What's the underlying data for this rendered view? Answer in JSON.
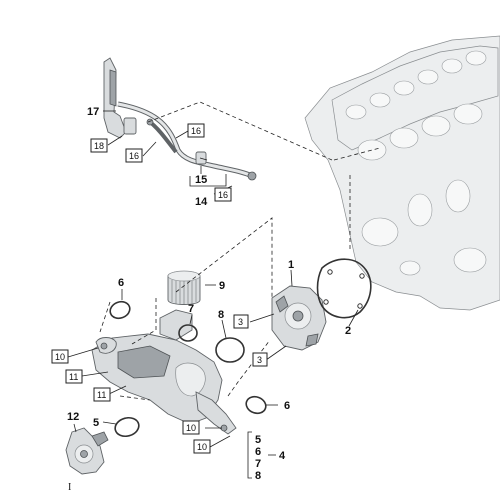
{
  "callouts": {
    "c1": "1",
    "c2": "2",
    "c4": "4",
    "c5a": "5",
    "c5b": "5",
    "c6a": "6",
    "c6b": "6",
    "c6c": "6",
    "c7a": "7",
    "c7b": "7",
    "c8a": "8",
    "c8b": "8",
    "c9": "9",
    "c12": "12",
    "c14": "14",
    "c15": "15",
    "c17": "17"
  },
  "boxed": {
    "b3a": "3",
    "b3b": "3",
    "b10a": "10",
    "b10b": "10",
    "b10c": "10",
    "b11a": "11",
    "b11b": "11",
    "b16a": "16",
    "b16b": "16",
    "b16c": "16",
    "b18": "18"
  },
  "footer_mark": "I"
}
